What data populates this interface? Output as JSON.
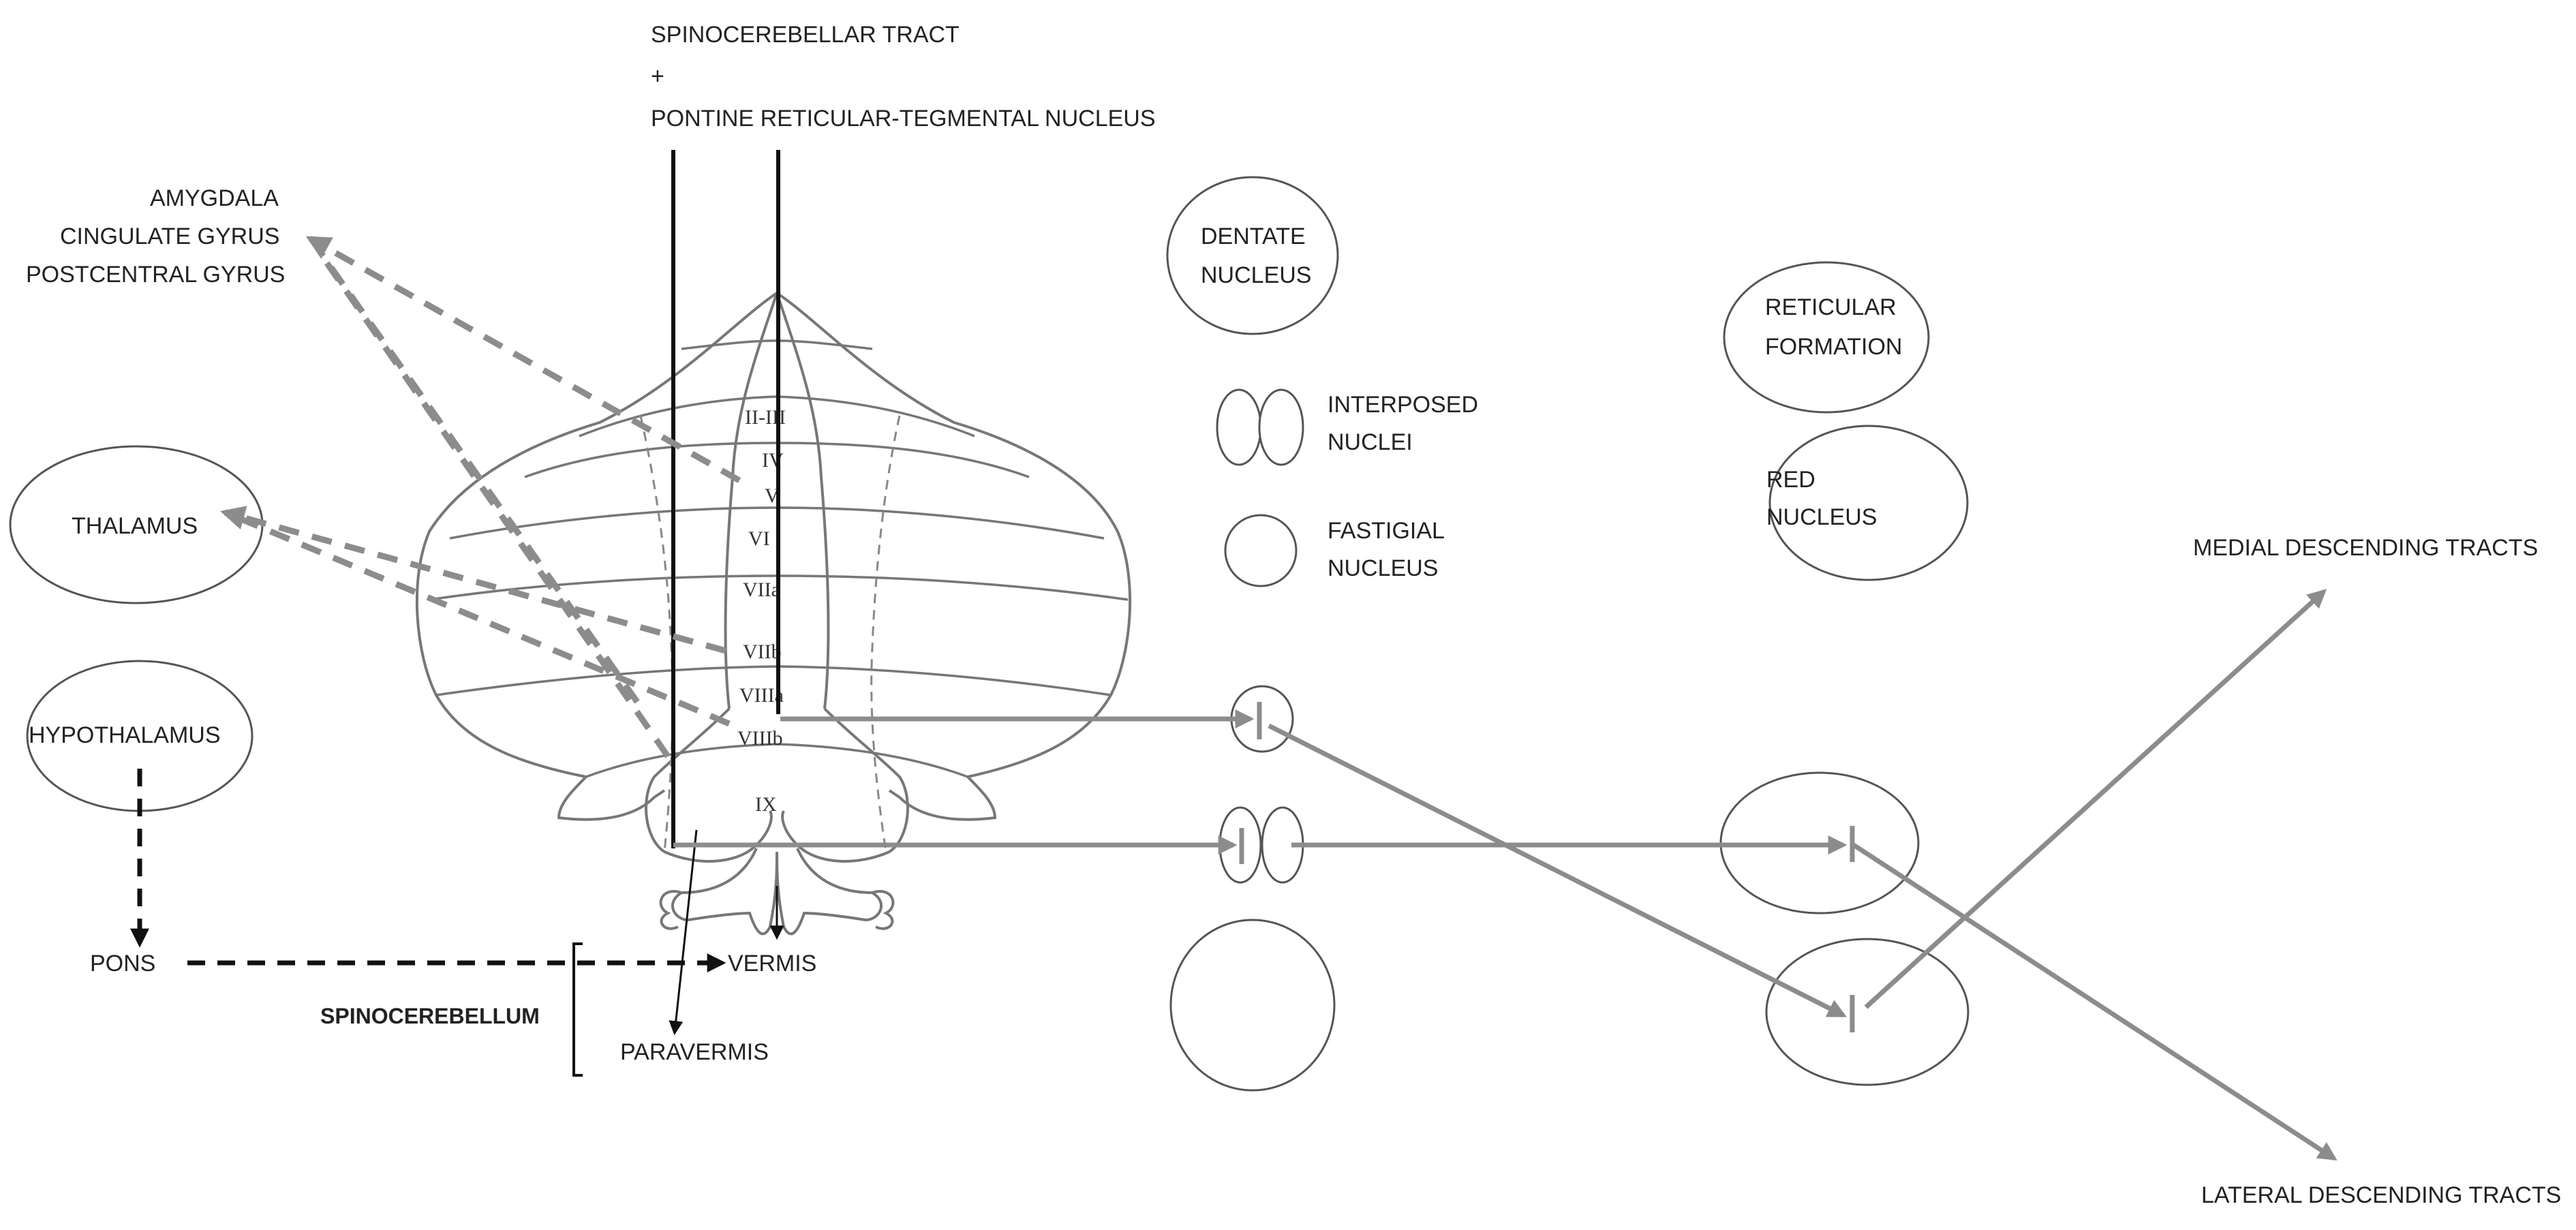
{
  "labels": {
    "spinocerebellar_tract": "SPINOCEREBELLAR  TRACT",
    "plus": "+",
    "pontine_nucleus": "PONTINE  RETICULAR-TEGMENTAL  NUCLEUS",
    "amygdala": "AMYGDALA",
    "cingulate": "CINGULATE  GYRUS",
    "postcentral": "POSTCENTRAL  GYRUS",
    "thalamus": "THALAMUS",
    "hypothalamus": "HYPOTHALAMUS",
    "pons": "PONS",
    "vermis": "VERMIS",
    "paravermis": "PARAVERMIS",
    "spinocerebellum": "SPINOCEREBELLUM",
    "dentate_1": "DENTATE",
    "dentate_2": "NUCLEUS",
    "interposed_1": "INTERPOSED",
    "interposed_2": "NUCLEI",
    "fastigial_1": "FASTIGIAL",
    "fastigial_2": "NUCLEUS",
    "reticular_1": "RETICULAR",
    "reticular_2": "FORMATION",
    "red_1": "RED",
    "red_2": "NUCLEUS",
    "medial_tracts": "MEDIAL  DESCENDING  TRACTS",
    "lateral_tracts": "LATERAL  DESCENDING  TRACTS"
  },
  "lobules": [
    "II-III",
    "IV",
    "V",
    "VI",
    "VIIa",
    "VIIb",
    "VIIIa",
    "VIIIb",
    "IX"
  ],
  "colors": {
    "black_arrows": "#111111",
    "grey_arrows": "#8c8c8c",
    "outline": "#777777"
  }
}
